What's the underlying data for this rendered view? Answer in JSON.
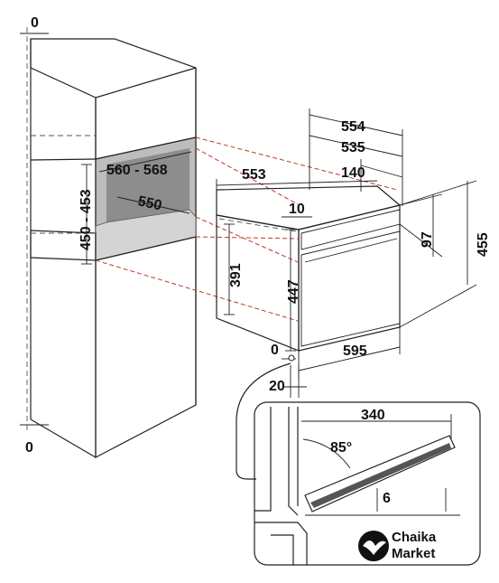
{
  "dimensions": {
    "cabinet_top_offset": "0",
    "cabinet_bottom_offset": "0",
    "niche_width": "560 - 568",
    "niche_height": "450 - 453",
    "niche_depth": "550",
    "oven_depth_total": "553",
    "oven_top_554": "554",
    "oven_top_535": "535",
    "oven_top_140": "140",
    "oven_front_10": "10",
    "oven_height_391": "391",
    "oven_height_447": "447",
    "oven_height_97": "97",
    "oven_height_455": "455",
    "oven_width_595": "595",
    "oven_bottom_0": "0",
    "oven_bottom_20": "20",
    "door_340": "340",
    "door_angle": "85°",
    "door_gap_6": "6"
  },
  "brand": {
    "name_line1": "Chaika",
    "name_line2": "Market"
  },
  "colors": {
    "line": "#222222",
    "guide_dashed": "#c0392b",
    "niche_fill": "#9a9a9a",
    "niche_fill_light": "#bdbdbd"
  }
}
